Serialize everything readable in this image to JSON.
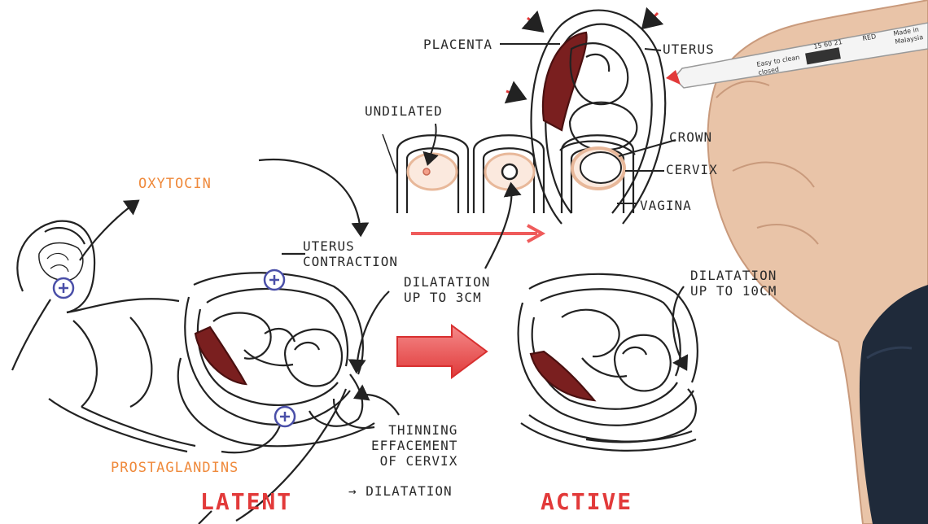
{
  "labels": {
    "placenta": "PLACENTA",
    "uterus_top": "UTERUS",
    "crown": "CROWN",
    "cervix": "CERVIX",
    "vagina": "VAGINA",
    "undilated": "UNDILATED",
    "oxytocin": "OXYTOCIN",
    "uterus_contraction": "UTERUS\nCONTRACTION",
    "dilatation_3cm": "DILATATION\nUP TO 3CM",
    "dilatation_10cm": "DILATATION\nUP TO 10CM",
    "thinning": "THINNING\nEFFACEMENT\nOF CERVIX",
    "arrow_dilatation": "→ DILATATION",
    "prostaglandins": "PROSTAGLANDINS",
    "latent": "LATENT",
    "active": "ACTIVE"
  },
  "marker": {
    "text_left": "Easy to clean",
    "text_left2": "closed",
    "code": "15 60 21",
    "color_word": "RED",
    "made_in": "Made in",
    "country": "Malaysia"
  },
  "colors": {
    "ink": "#2a2a2a",
    "orange": "#ef8a3c",
    "red": "#e23a3a",
    "placenta": "#7a1f1f",
    "plus": "#4a4fa8",
    "skin": "#e8b89a"
  }
}
